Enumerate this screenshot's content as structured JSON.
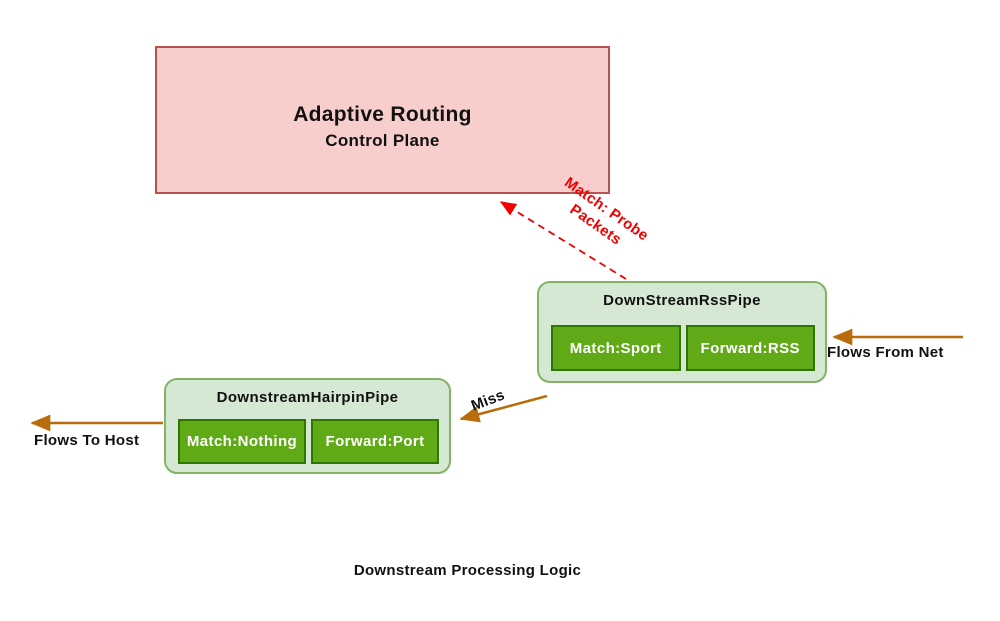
{
  "diagram": {
    "caption": "Downstream Processing Logic",
    "control_plane": {
      "title_line1": "Adaptive Routing",
      "title_line2": "Control Plane"
    },
    "rss_pipe": {
      "title": "DownStreamRssPipe",
      "match_stage": "Match:Sport",
      "forward_stage": "Forward:RSS"
    },
    "hairpin_pipe": {
      "title": "DownstreamHairpinPipe",
      "match_stage": "Match:Nothing",
      "forward_stage": "Forward:Port"
    },
    "edges": {
      "flows_from_net": "Flows From Net",
      "flows_to_host": "Flows To Host",
      "miss": "Miss",
      "probe_line1": "Match: Probe",
      "probe_line2": "Packets"
    },
    "colors": {
      "control_plane_fill": "#f8cecc",
      "control_plane_border": "#b85450",
      "pipe_fill": "#d5e8d4",
      "pipe_border": "#82b366",
      "stage_fill": "#60a917",
      "stage_border": "#2d7600",
      "stage_text": "#ffffff",
      "flow_arrow": "#b96c0c",
      "probe_arrow": "#f20000",
      "text": "#111111"
    }
  }
}
